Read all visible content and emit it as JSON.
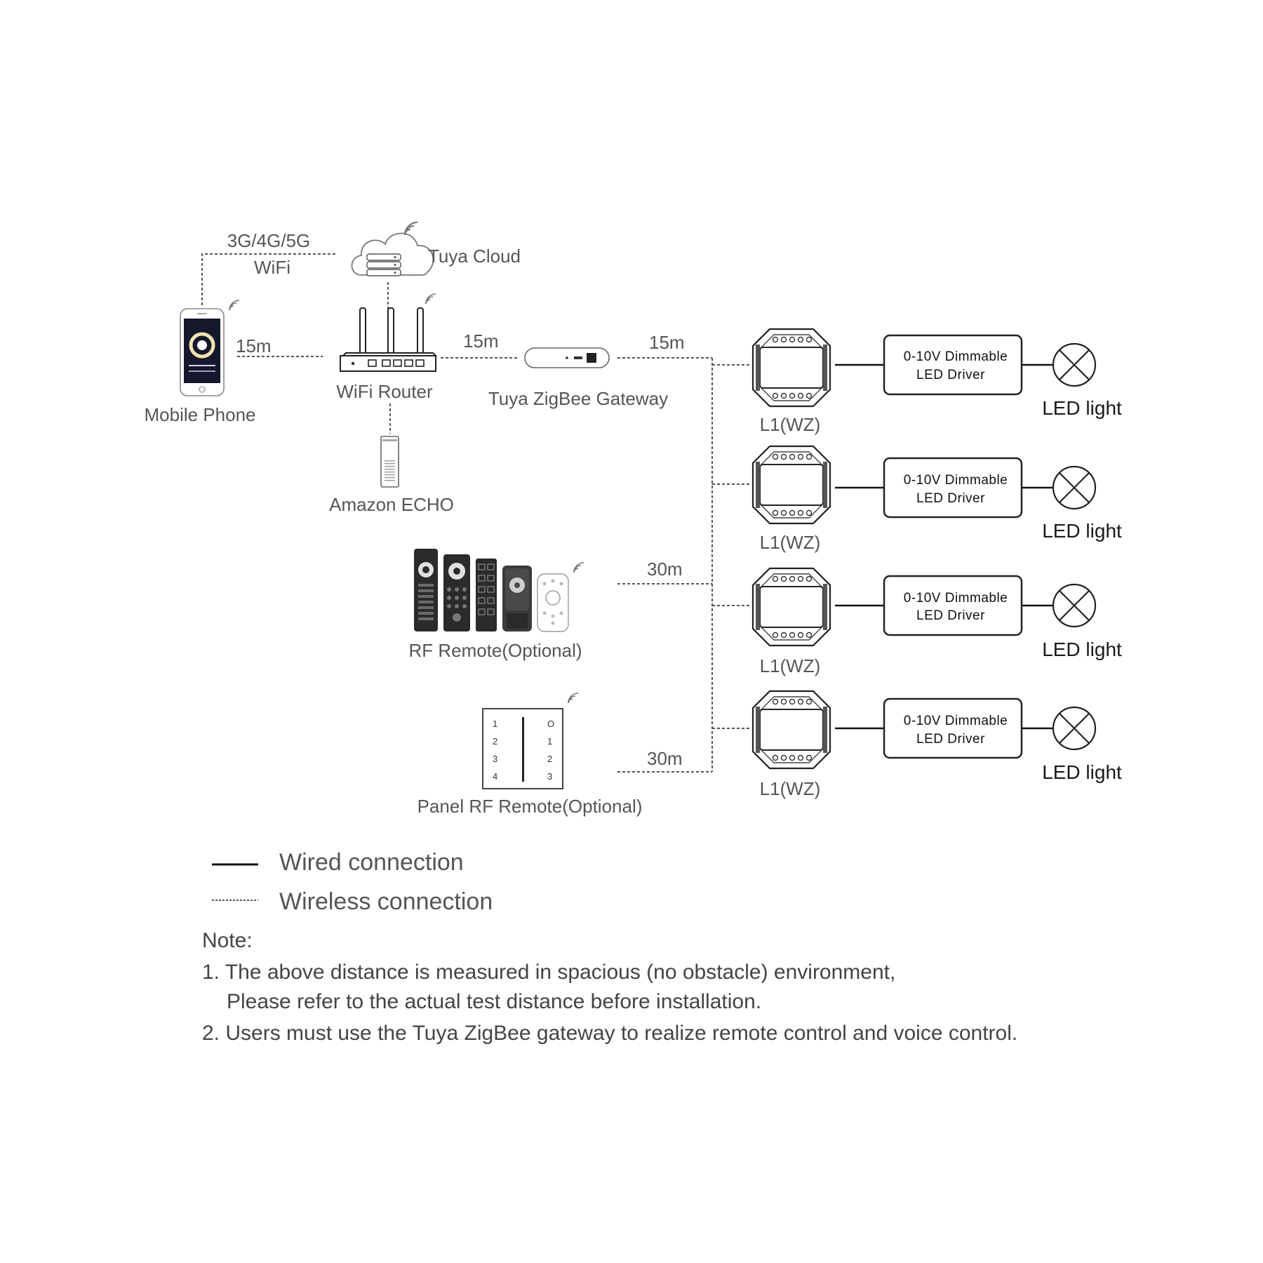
{
  "labels": {
    "network": [
      "3G/4G/5G",
      "WiFi"
    ],
    "tuya_cloud": "Tuya Cloud",
    "mobile_phone": "Mobile Phone",
    "wifi_router": "WiFi Router",
    "zigbee_gateway": "Tuya ZigBee Gateway",
    "amazon_echo": "Amazon ECHO",
    "rf_remote": "RF Remote(Optional)",
    "panel_rf_remote": "Panel RF Remote(Optional)"
  },
  "distances": {
    "phone_router": "15m",
    "router_gateway": "15m",
    "gateway_controllers": "15m",
    "rf_remote": "30m",
    "panel_remote": "30m"
  },
  "panel_keys": {
    "left": [
      "1",
      "2",
      "3",
      "4"
    ],
    "right": [
      "O",
      "1",
      "2",
      "3"
    ]
  },
  "channels": [
    {
      "controller": "L1(WZ)",
      "driver": [
        "0-10V Dimmable",
        "LED Driver"
      ],
      "light": "LED light"
    },
    {
      "controller": "L1(WZ)",
      "driver": [
        "0-10V Dimmable",
        "LED Driver"
      ],
      "light": "LED light"
    },
    {
      "controller": "L1(WZ)",
      "driver": [
        "0-10V Dimmable",
        "LED Driver"
      ],
      "light": "LED light"
    },
    {
      "controller": "L1(WZ)",
      "driver": [
        "0-10V Dimmable",
        "LED Driver"
      ],
      "light": "LED light"
    }
  ],
  "legend": {
    "wired": "Wired connection",
    "wireless": "Wireless connection"
  },
  "notes": {
    "title": "Note:",
    "lines": [
      "1. The above distance is measured in spacious (no obstacle) environment,",
      "Please refer to the actual test distance before installation.",
      "2.  Users must use the Tuya ZigBee gateway to realize remote control and voice control."
    ]
  },
  "colors": {
    "line": "#111111",
    "dashed": "#555555",
    "label": "#555555",
    "remote_dark": "#2b2b2b"
  },
  "icons": [
    "cloud-icon",
    "phone-icon",
    "router-icon",
    "gateway-icon",
    "echo-icon",
    "remote-icon",
    "panel-icon",
    "controller-icon",
    "lamp-icon",
    "signal-icon"
  ]
}
